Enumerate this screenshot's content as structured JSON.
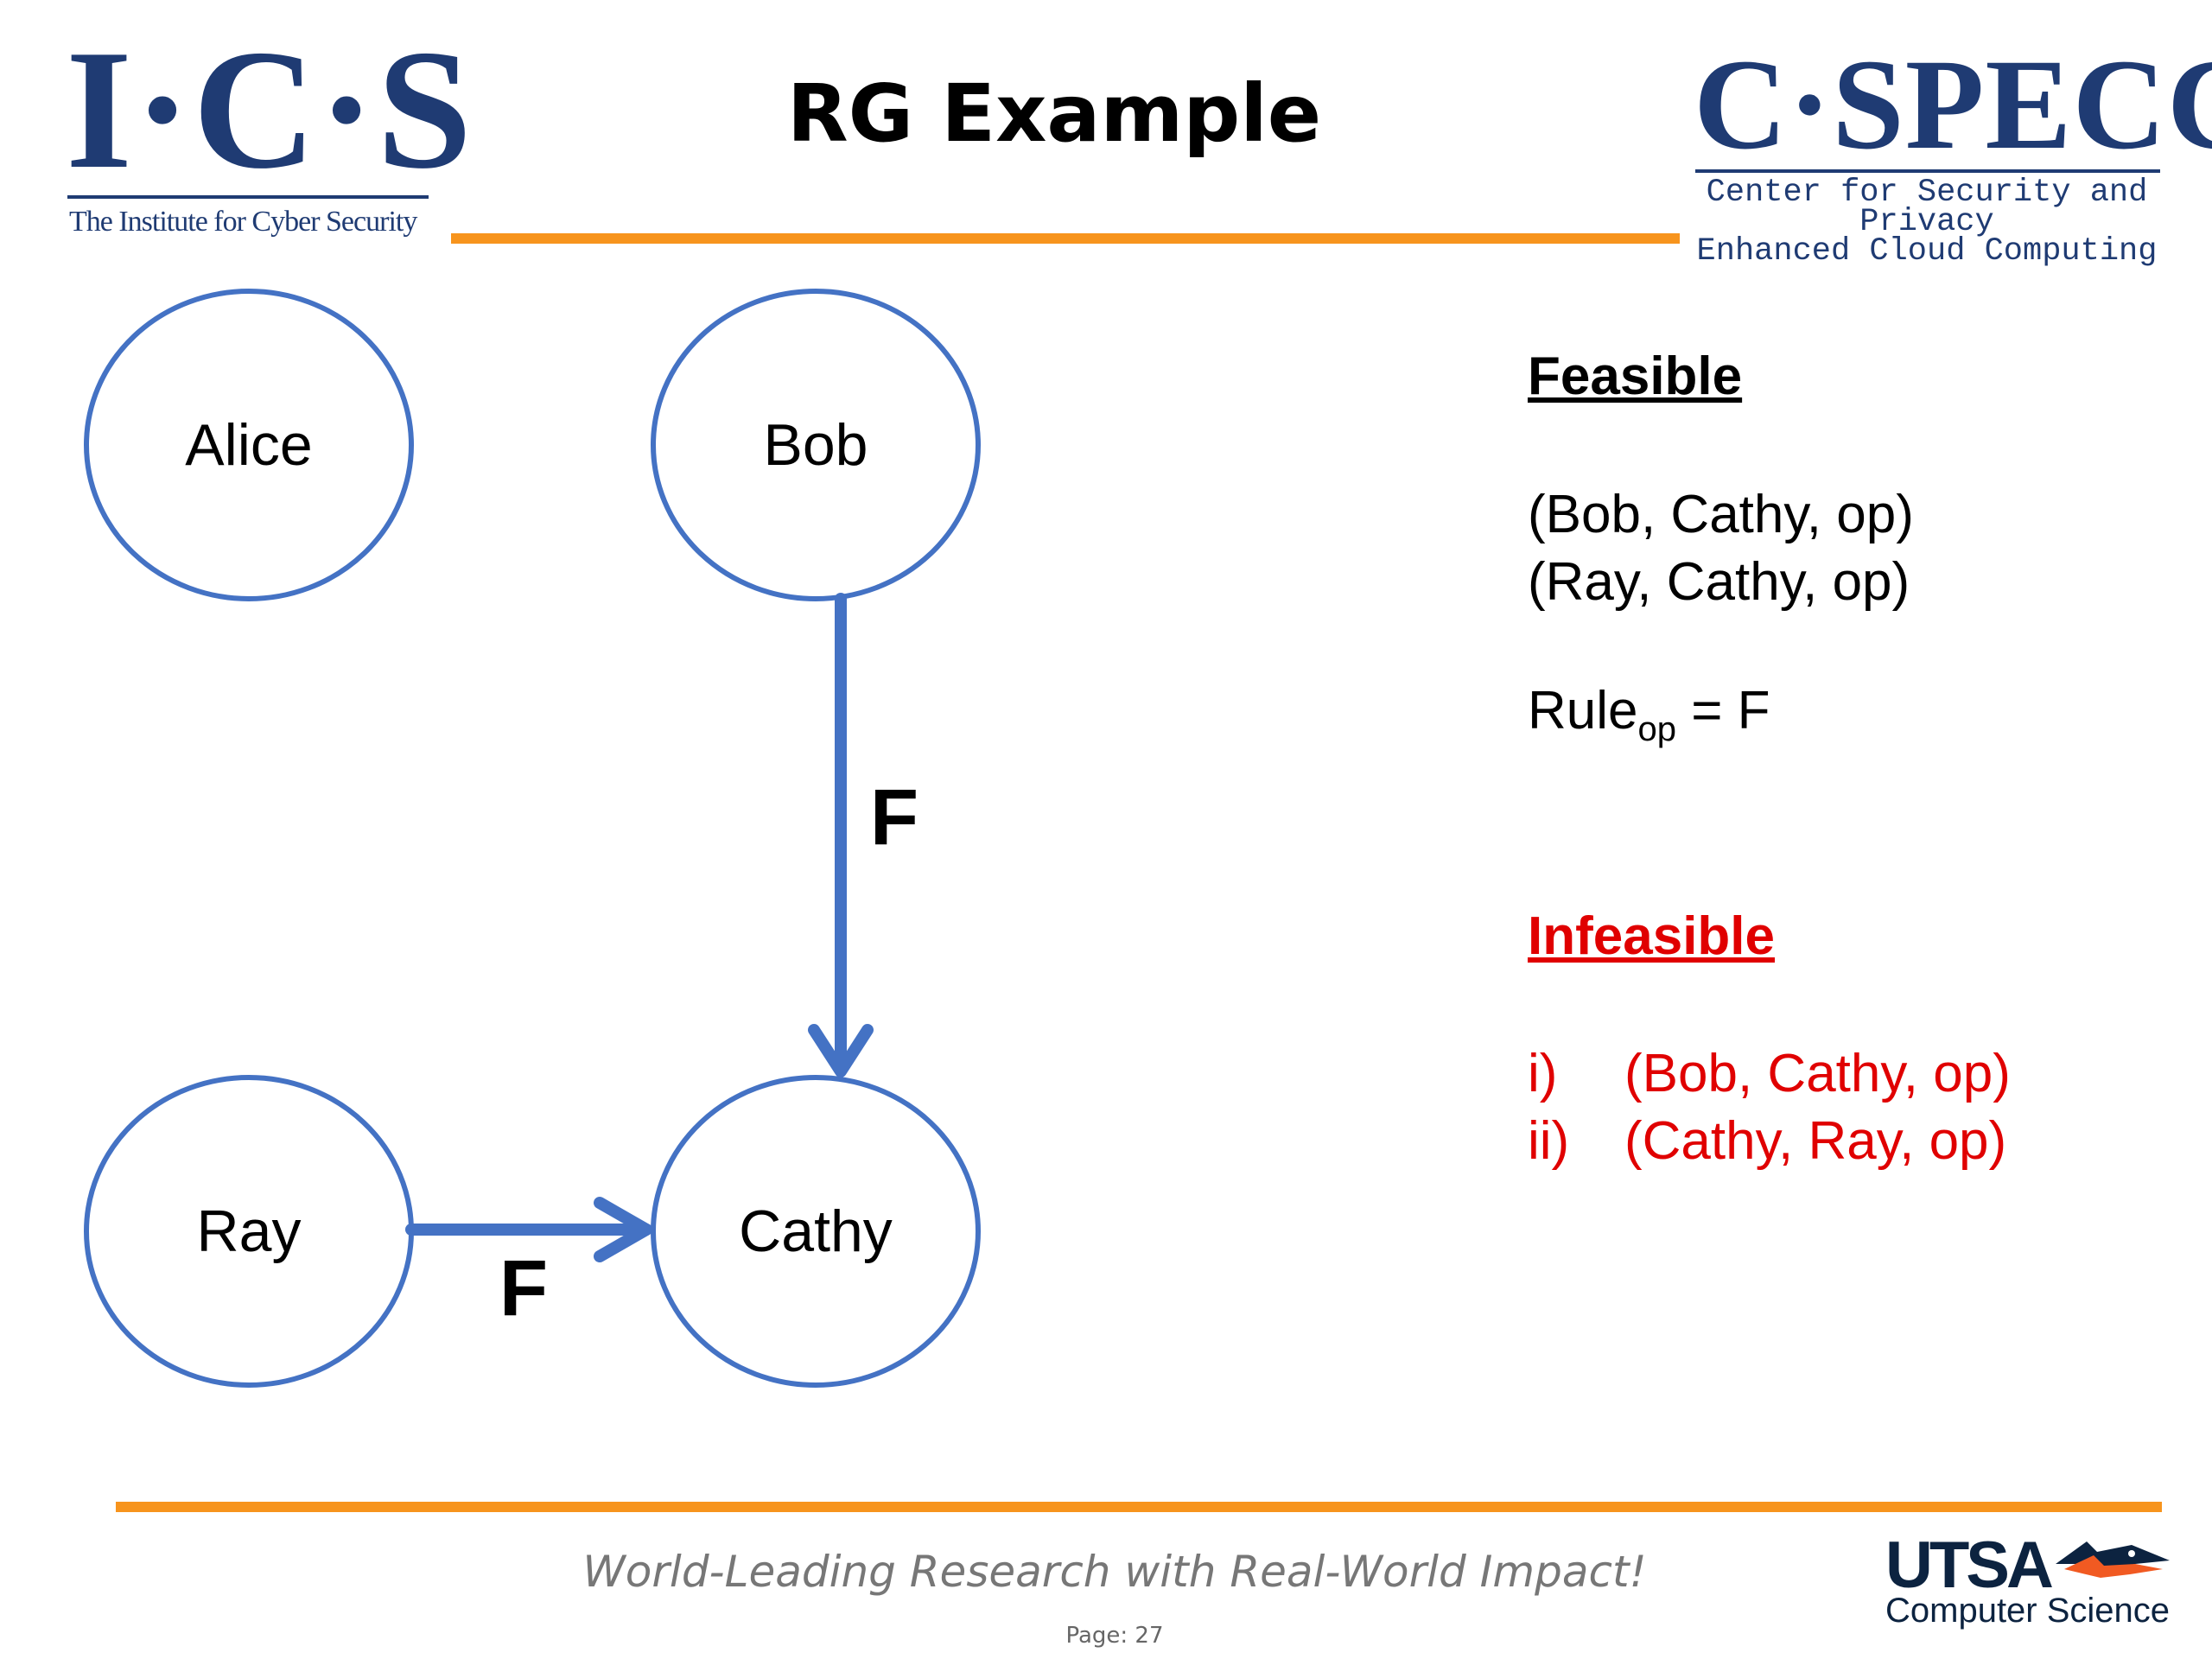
{
  "header": {
    "ics_logo": "I·C·S",
    "ics_tagline": "The Institute for Cyber Security",
    "title": "RG Example",
    "cspecc_logo": "C·SPECC",
    "cspecc_line1": "Center for Security and Privacy",
    "cspecc_line2": "Enhanced Cloud Computing",
    "accent_color": "#f7941d",
    "brand_color": "#1f3b73"
  },
  "diagram": {
    "node_color": "#4472c4",
    "nodes": [
      "Alice",
      "Bob",
      "Ray",
      "Cathy"
    ],
    "edges": [
      {
        "from": "Bob",
        "to": "Cathy",
        "label": "F"
      },
      {
        "from": "Ray",
        "to": "Cathy",
        "label": "F"
      }
    ]
  },
  "panel": {
    "feasible_title": "Feasible",
    "feasible_items": [
      "(Bob, Cathy, op)",
      "(Ray, Cathy, op)"
    ],
    "rule_base": "Rule",
    "rule_sub": "op",
    "rule_rhs": " = F",
    "infeasible_title": "Infeasible",
    "infeasible_items": [
      {
        "num": "i)",
        "text": "(Bob, Cathy, op)"
      },
      {
        "num": "ii)",
        "text": "(Cathy, Ray, op)"
      }
    ]
  },
  "footer": {
    "tagline": "World-Leading Research with Real-World Impact!",
    "page": "Page:  27",
    "utsa": "UTSA",
    "dept": "Computer Science"
  }
}
